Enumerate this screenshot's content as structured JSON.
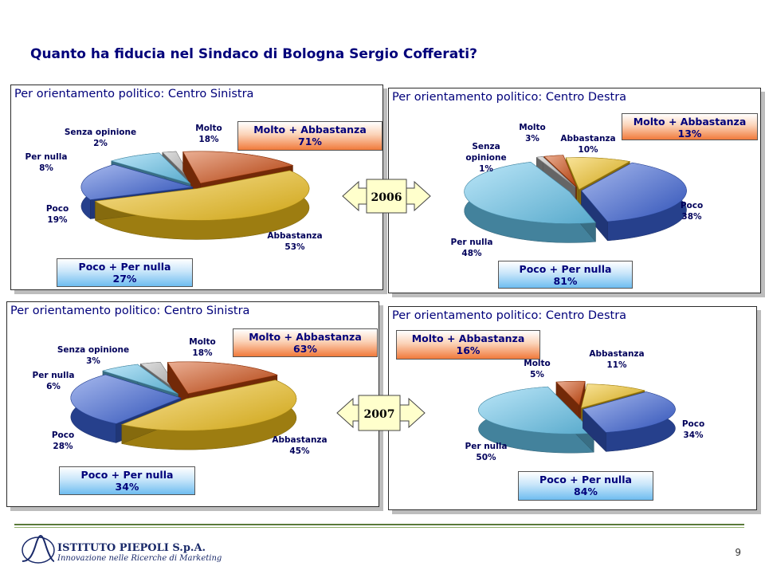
{
  "title": "Quanto ha fiducia nel Sindaco di Bologna Sergio Cofferati?",
  "years": [
    "2006",
    "2007"
  ],
  "footer": {
    "company": "ISTITUTO PIEPOLI S.p.A.",
    "tagline": "Innovazione nelle Ricerche di Marketing",
    "page": "9"
  },
  "colors": {
    "molto": "#d04a0e",
    "abbastanza": "#f2c11a",
    "poco": "#3a62d8",
    "per_nulla": "#67c8f0",
    "senza_opinione": "#b8b8b8"
  },
  "chart_data": [
    {
      "type": "pie",
      "year": "2006",
      "title": "Per orientamento politico: Centro Sinistra",
      "slices": [
        {
          "key": "molto",
          "name": "Molto",
          "value": 18,
          "label": "18%"
        },
        {
          "key": "abbastanza",
          "name": "Abbastanza",
          "value": 53,
          "label": "53%"
        },
        {
          "key": "poco",
          "name": "Poco",
          "value": 19,
          "label": "19%"
        },
        {
          "key": "per_nulla",
          "name": "Per nulla",
          "value": 8,
          "label": "8%"
        },
        {
          "key": "senza_opinione",
          "name": "Senza opinione",
          "value": 2,
          "label": "2%"
        }
      ],
      "positive_box": {
        "label": "Molto + Abbastanza",
        "value": "71%"
      },
      "negative_box": {
        "label": "Poco + Per nulla",
        "value": "27%"
      }
    },
    {
      "type": "pie",
      "year": "2006",
      "title": "Per orientamento politico: Centro Destra",
      "slices": [
        {
          "key": "molto",
          "name": "Molto",
          "value": 3,
          "label": "3%"
        },
        {
          "key": "abbastanza",
          "name": "Abbastanza",
          "value": 10,
          "label": "10%"
        },
        {
          "key": "poco",
          "name": "Poco",
          "value": 38,
          "label": "38%"
        },
        {
          "key": "per_nulla",
          "name": "Per nulla",
          "value": 48,
          "label": "48%"
        },
        {
          "key": "senza_opinione",
          "name": "Senza opinione",
          "value": 1,
          "label": "1%"
        }
      ],
      "positive_box": {
        "label": "Molto + Abbastanza",
        "value": "13%"
      },
      "negative_box": {
        "label": "Poco + Per nulla",
        "value": "81%"
      }
    },
    {
      "type": "pie",
      "year": "2007",
      "title": "Per orientamento politico: Centro Sinistra",
      "slices": [
        {
          "key": "molto",
          "name": "Molto",
          "value": 18,
          "label": "18%"
        },
        {
          "key": "abbastanza",
          "name": "Abbastanza",
          "value": 45,
          "label": "45%"
        },
        {
          "key": "poco",
          "name": "Poco",
          "value": 28,
          "label": "28%"
        },
        {
          "key": "per_nulla",
          "name": "Per nulla",
          "value": 6,
          "label": "6%"
        },
        {
          "key": "senza_opinione",
          "name": "Senza opinione",
          "value": 3,
          "label": "3%"
        }
      ],
      "positive_box": {
        "label": "Molto + Abbastanza",
        "value": "63%"
      },
      "negative_box": {
        "label": "Poco + Per nulla",
        "value": "34%"
      }
    },
    {
      "type": "pie",
      "year": "2007",
      "title": "Per orientamento politico: Centro Destra",
      "slices": [
        {
          "key": "molto",
          "name": "Molto",
          "value": 5,
          "label": "5%"
        },
        {
          "key": "abbastanza",
          "name": "Abbastanza",
          "value": 11,
          "label": "11%"
        },
        {
          "key": "poco",
          "name": "Poco",
          "value": 34,
          "label": "34%"
        },
        {
          "key": "per_nulla",
          "name": "Per nulla",
          "value": 50,
          "label": "50%"
        }
      ],
      "positive_box": {
        "label": "Molto + Abbastanza",
        "value": "16%"
      },
      "negative_box": {
        "label": "Poco + Per nulla",
        "value": "84%"
      }
    }
  ]
}
